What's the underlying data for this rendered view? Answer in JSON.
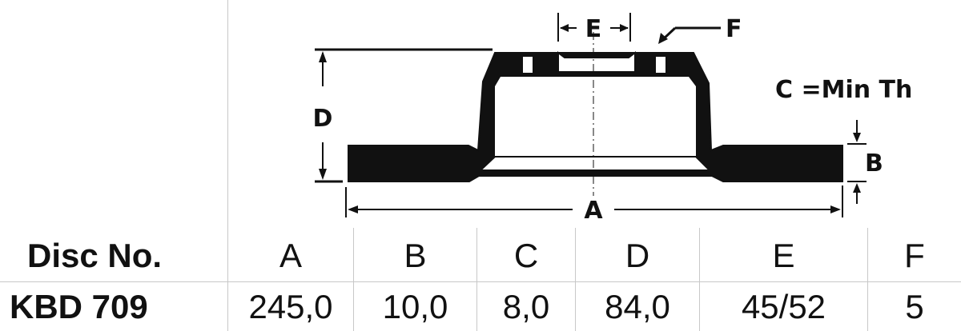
{
  "diagram": {
    "labels": {
      "A": "A",
      "B": "B",
      "D": "D",
      "E": "E",
      "F": "F",
      "c_note": "C =Min Th"
    }
  },
  "table": {
    "headers": [
      "Disc No.",
      "A",
      "B",
      "C",
      "D",
      "E",
      "F"
    ],
    "rows": [
      [
        "KBD 709",
        "245,0",
        "10,0",
        "8,0",
        "84,0",
        "45/52",
        "5"
      ]
    ]
  }
}
